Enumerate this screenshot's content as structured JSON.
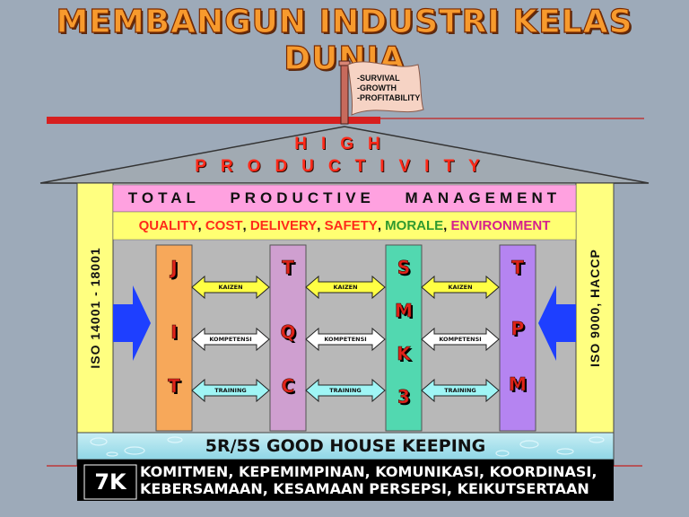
{
  "title": "MEMBANGUN INDUSTRI KELAS DUNIA",
  "flag": {
    "items": [
      "-SURVIVAL",
      "-GROWTH",
      "-PROFITABILITY"
    ]
  },
  "roof": {
    "line1": "HIGH",
    "line2": "PRODUCTIVITY"
  },
  "tpm_band": {
    "words": [
      "TOTAL",
      "PRODUCTIVE",
      "MANAGEMENT"
    ]
  },
  "goals": {
    "items": [
      {
        "text": "QUALITY",
        "color": "#ff2a1a"
      },
      {
        "text": ", ",
        "color": "#111111"
      },
      {
        "text": "COST",
        "color": "#ff2a1a"
      },
      {
        "text": ", ",
        "color": "#111111"
      },
      {
        "text": "DELIVERY",
        "color": "#ff2a1a"
      },
      {
        "text": ", ",
        "color": "#111111"
      },
      {
        "text": "SAFETY",
        "color": "#ff2a1a"
      },
      {
        "text": ", ",
        "color": "#111111"
      },
      {
        "text": "MORALE",
        "color": "#2f9a2f"
      },
      {
        "text": ", ",
        "color": "#111111"
      },
      {
        "text": "ENVIRONMENT",
        "color": "#d51f8d"
      }
    ]
  },
  "left_wall": {
    "label": "ISO 14001 - 18001"
  },
  "right_wall": {
    "label": "ISO 9000, HACCP"
  },
  "pillars": [
    {
      "letters": [
        "J",
        "I",
        "T"
      ],
      "color": "#f7a85a"
    },
    {
      "letters": [
        "T",
        "Q",
        "C"
      ],
      "color": "#cf9fd0"
    },
    {
      "letters": [
        "S",
        "M",
        "K",
        "3"
      ],
      "color": "#52d8b0"
    },
    {
      "letters": [
        "T",
        "P",
        "M"
      ],
      "color": "#b584f1"
    }
  ],
  "connectors": {
    "kaizen": "KAIZEN",
    "kompetensi": "KOMPETENSI",
    "training": "TRAINING",
    "colors": {
      "kaizen": "#ffff44",
      "kompetensi": "#ffffff",
      "training": "#9ff5f5"
    }
  },
  "foundation": {
    "label": "5R/5S GOOD HOUSE KEEPING"
  },
  "base": {
    "badge": "7K",
    "line1": "KOMITMEN, KEPEMIMPINAN, KOMUNIKASI, KOORDINASI,",
    "line2": "KEBERSAMAAN, KESAMAAN PERSEPSI, KEIKUTSERTAAN"
  },
  "colors": {
    "background": "#9daab9",
    "walls": "#ffff80",
    "roof": "#a1aab2",
    "accent_red": "#d71f1f",
    "arrow_blue": "#1e3fff"
  }
}
